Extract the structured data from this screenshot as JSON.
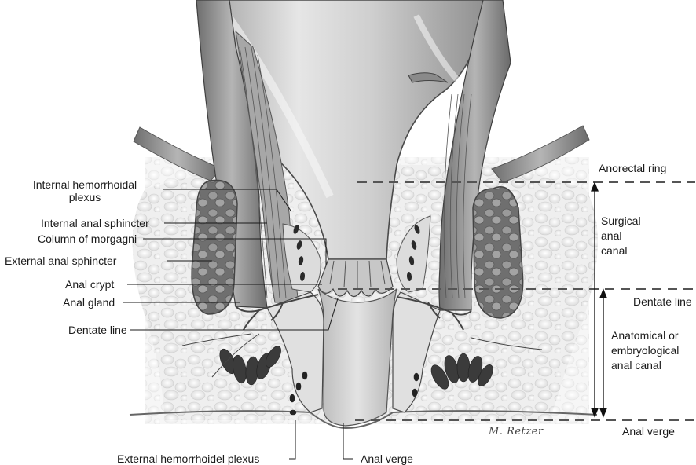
{
  "labels": {
    "internal_hemorrhoidal_plexus": "Internal hemorrhoidal\nplexus",
    "internal_anal_sphincter": "Internal anal sphincter",
    "column_of_morgagni": "Column of morgagni",
    "external_anal_sphincter": "External anal sphincter",
    "anal_crypt": "Anal crypt",
    "anal_gland": "Anal gland",
    "dentate_line_left": "Dentate line",
    "external_hemorrhoidel_plexus": "External hemorrhoidel plexus",
    "anal_verge_bottom": "Anal verge",
    "anorectal_ring": "Anorectal ring",
    "surgical_anal_canal": "Surgical\nanal\ncanal",
    "dentate_line_right": "Dentate line",
    "anatomical_anal_canal": "Anatomical or\nembryological\nanal canal",
    "anal_verge_right": "Anal verge"
  },
  "signature": "M. Retzer",
  "colors": {
    "tissue_fill": "#e8e8e8",
    "canal_fill": "#cfcfcf",
    "muscle_fill": "#8a8a8a",
    "sphincter_fill": "#7d7d7d",
    "plexus_fill": "#3a3a3a",
    "line_color": "#222222"
  }
}
